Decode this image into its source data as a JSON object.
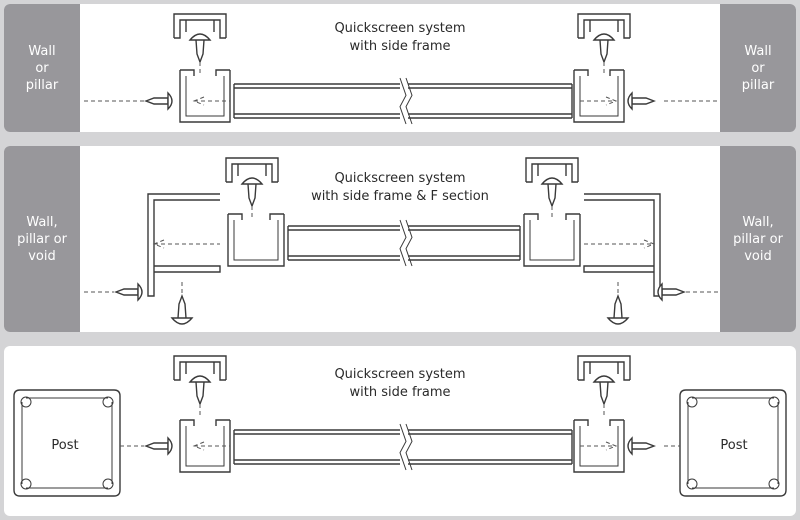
{
  "panels": [
    {
      "title": "Quickscreen system\nwith side frame",
      "left_label": "Wall\nor\npillar",
      "right_label": "Wall\nor\npillar"
    },
    {
      "title": "Quickscreen system\nwith side frame & F section",
      "left_label": "Wall,\npillar or\nvoid",
      "right_label": "Wall,\npillar or\nvoid"
    },
    {
      "title": "Quickscreen system\nwith side frame",
      "left_label": "Post",
      "right_label": "Post"
    }
  ],
  "colors": {
    "background": "#d4d4d6",
    "side_block": "#98979b",
    "line": "#3a3a3a"
  }
}
